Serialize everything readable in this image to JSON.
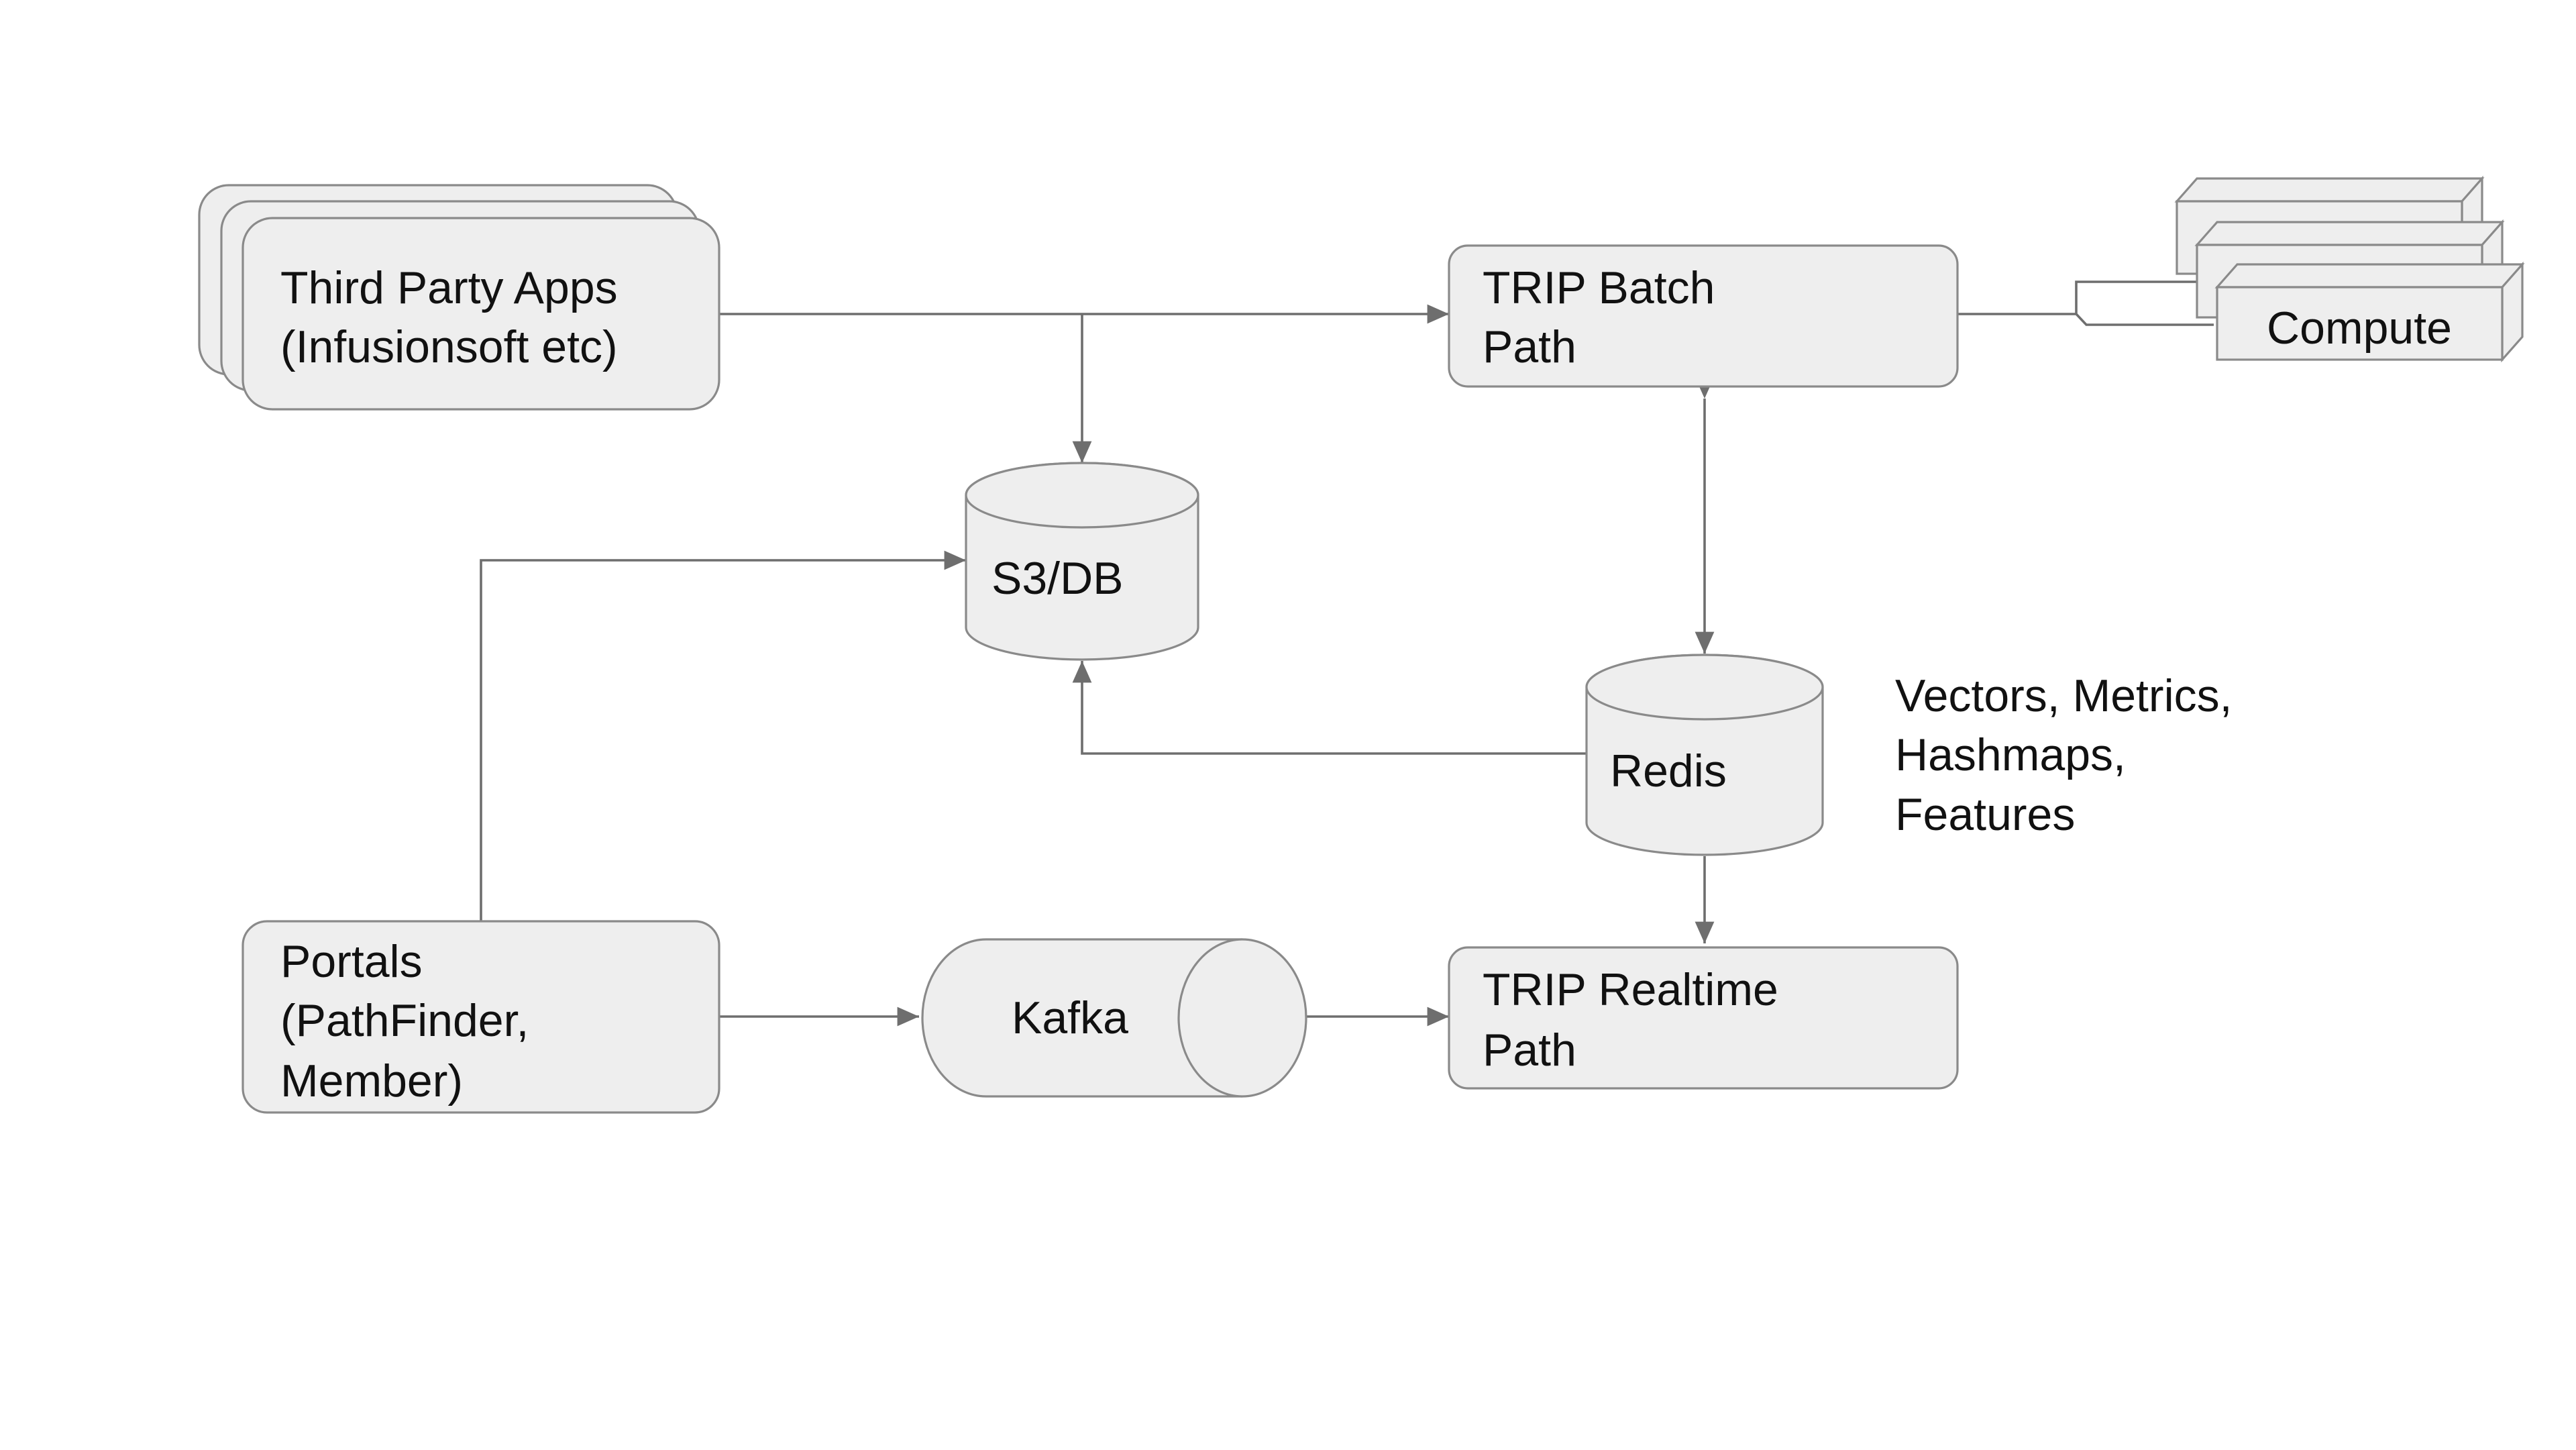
{
  "colors": {
    "node_fill": "#eeeeee",
    "node_stroke": "#8a8a8a",
    "edge_stroke": "#6e6e6e",
    "text": "#111111"
  },
  "nodes": {
    "third_party_apps": {
      "line1": "Third Party Apps",
      "line2": "(Infusionsoft etc)"
    },
    "trip_batch": {
      "line1": "TRIP Batch",
      "line2": "Path"
    },
    "compute": {
      "label": "Compute"
    },
    "s3db": {
      "label": "S3/DB"
    },
    "redis": {
      "label": "Redis"
    },
    "redis_note": {
      "line1": "Vectors, Metrics,",
      "line2": "Hashmaps,",
      "line3": "Features"
    },
    "portals": {
      "line1": "Portals",
      "line2": "(PathFinder,",
      "line3": "Member)"
    },
    "kafka": {
      "label": "Kafka"
    },
    "trip_realtime": {
      "line1": "TRIP Realtime",
      "line2": "Path"
    }
  }
}
